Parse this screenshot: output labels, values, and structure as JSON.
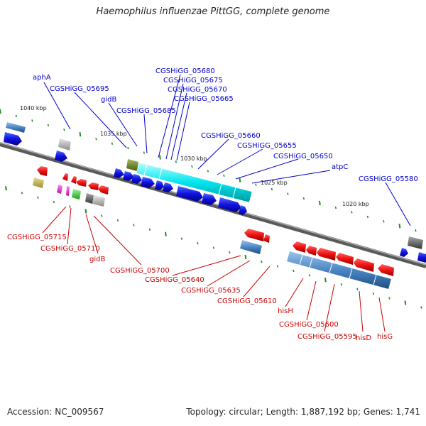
{
  "title": "Haemophilus influenzae PittGG, complete genome",
  "footer": {
    "accession": "Accession: NC_009567",
    "summary": "Topology: circular; Length: 1,887,192 bp; Genes: 1,741"
  },
  "scale_labels": [
    "1040 kbp",
    "1035 kbp",
    "1030 kbp",
    "1025 kbp",
    "1020 kbp"
  ],
  "top_labels": [
    "aphA",
    "CGSHiGG_05695",
    "gidB",
    "CGSHiGG_05685",
    "CGSHiGG_05680",
    "CGSHiGG_05675",
    "CGSHiGG_05670",
    "CGSHiGG_05665",
    "CGSHiGG_05660",
    "CGSHiGG_05655",
    "CGSHiGG_05650",
    "atpC",
    "CGSHiGG_05580"
  ],
  "bottom_labels": [
    "CGSHiGG_05715",
    "CGSHiGG_05710",
    "gidB",
    "CGSHiGG_05700",
    "CGSHiGG_05640",
    "CGSHiGG_05635",
    "CGSHiGG_05610",
    "hisH",
    "CGSHiGG_05600",
    "CGSHiGG_05595",
    "hisD",
    "hisG"
  ],
  "colors": {
    "forward_label": "#0000cc",
    "reverse_label": "#cc0000",
    "forward_gene": "#1111dd",
    "reverse_gene": "#ee1111",
    "operon_cyan": "#00e5ee",
    "operon_steel": "#4a86c5",
    "backbone": "#777777",
    "tick": "#228b22"
  }
}
